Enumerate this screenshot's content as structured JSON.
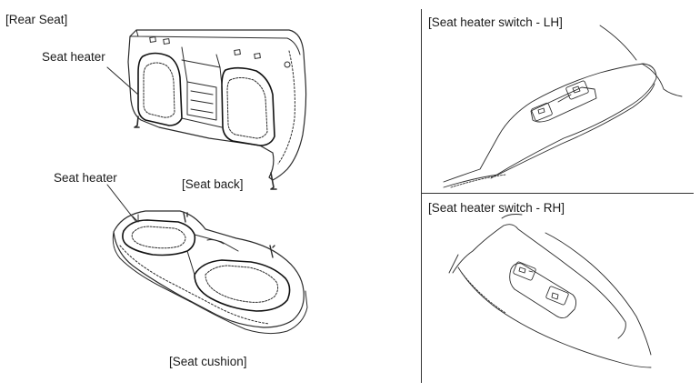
{
  "left_panel": {
    "title": "[Rear Seat]",
    "seat_back": {
      "callout": "Seat heater",
      "caption": "[Seat back]"
    },
    "seat_cushion": {
      "callout": "Seat heater",
      "caption": "[Seat cushion]"
    }
  },
  "right_panel": {
    "switch_lh": {
      "title": "[Seat heater switch - LH]"
    },
    "switch_rh": {
      "title": "[Seat heater switch - RH]"
    }
  }
}
